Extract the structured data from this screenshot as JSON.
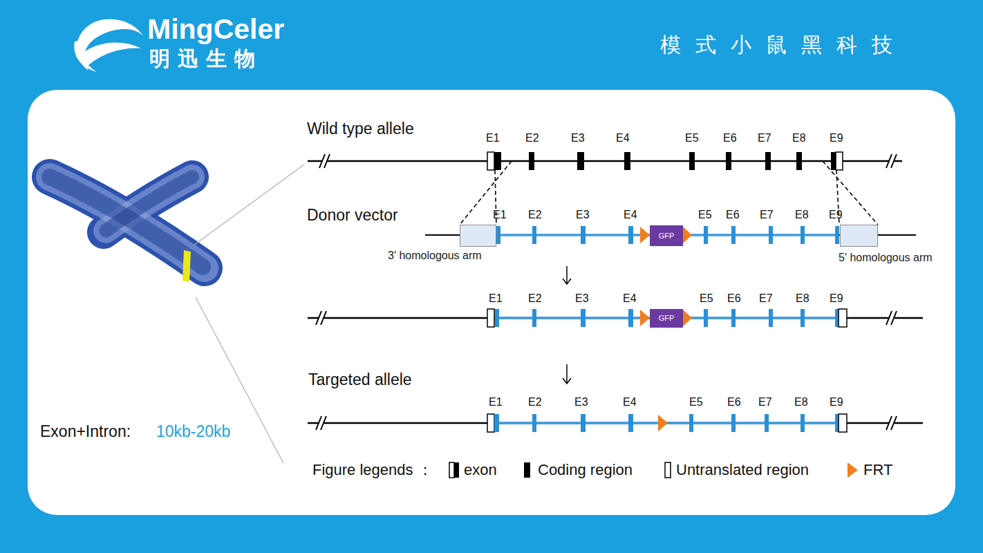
{
  "diagram": {
    "nodes": [
      {
        "text": [
          "3' homologous arm"
        ]
      },
      {
        "text": [
          "GFP"
        ]
      },
      {
        "text": [
          "5' homologous arm"
        ]
      },
      {
        "text": [
          "GFP"
        ]
      }
    ],
    "labels": [
      "MingCeler",
      "明迅生物",
      "模式小鼠黑科技",
      "Wild type allele",
      "E1",
      "E2",
      "E3",
      "E4",
      "E5",
      "E6",
      "E7",
      "E8",
      "E9",
      "Donor vector",
      "E1",
      "E2",
      "E3",
      "E4",
      "E5",
      "E6",
      "E7",
      "E8",
      "E9",
      "E1",
      "E2",
      "E3",
      "E4",
      "E5",
      "E6",
      "E7",
      "E8",
      "E9",
      "Targeted allele",
      "E1",
      "E2",
      "E3",
      "E4",
      "E5",
      "E6",
      "E7",
      "E8",
      "E9",
      "Exon+Intron:",
      "10kb-20kb",
      "Figure legends ："
    ],
    "legend": [
      {
        "text": "exon"
      },
      {
        "text": "Coding region",
        "color": "#000000"
      },
      {
        "text": "Untranslated region"
      },
      {
        "text": "FRT"
      }
    ]
  }
}
